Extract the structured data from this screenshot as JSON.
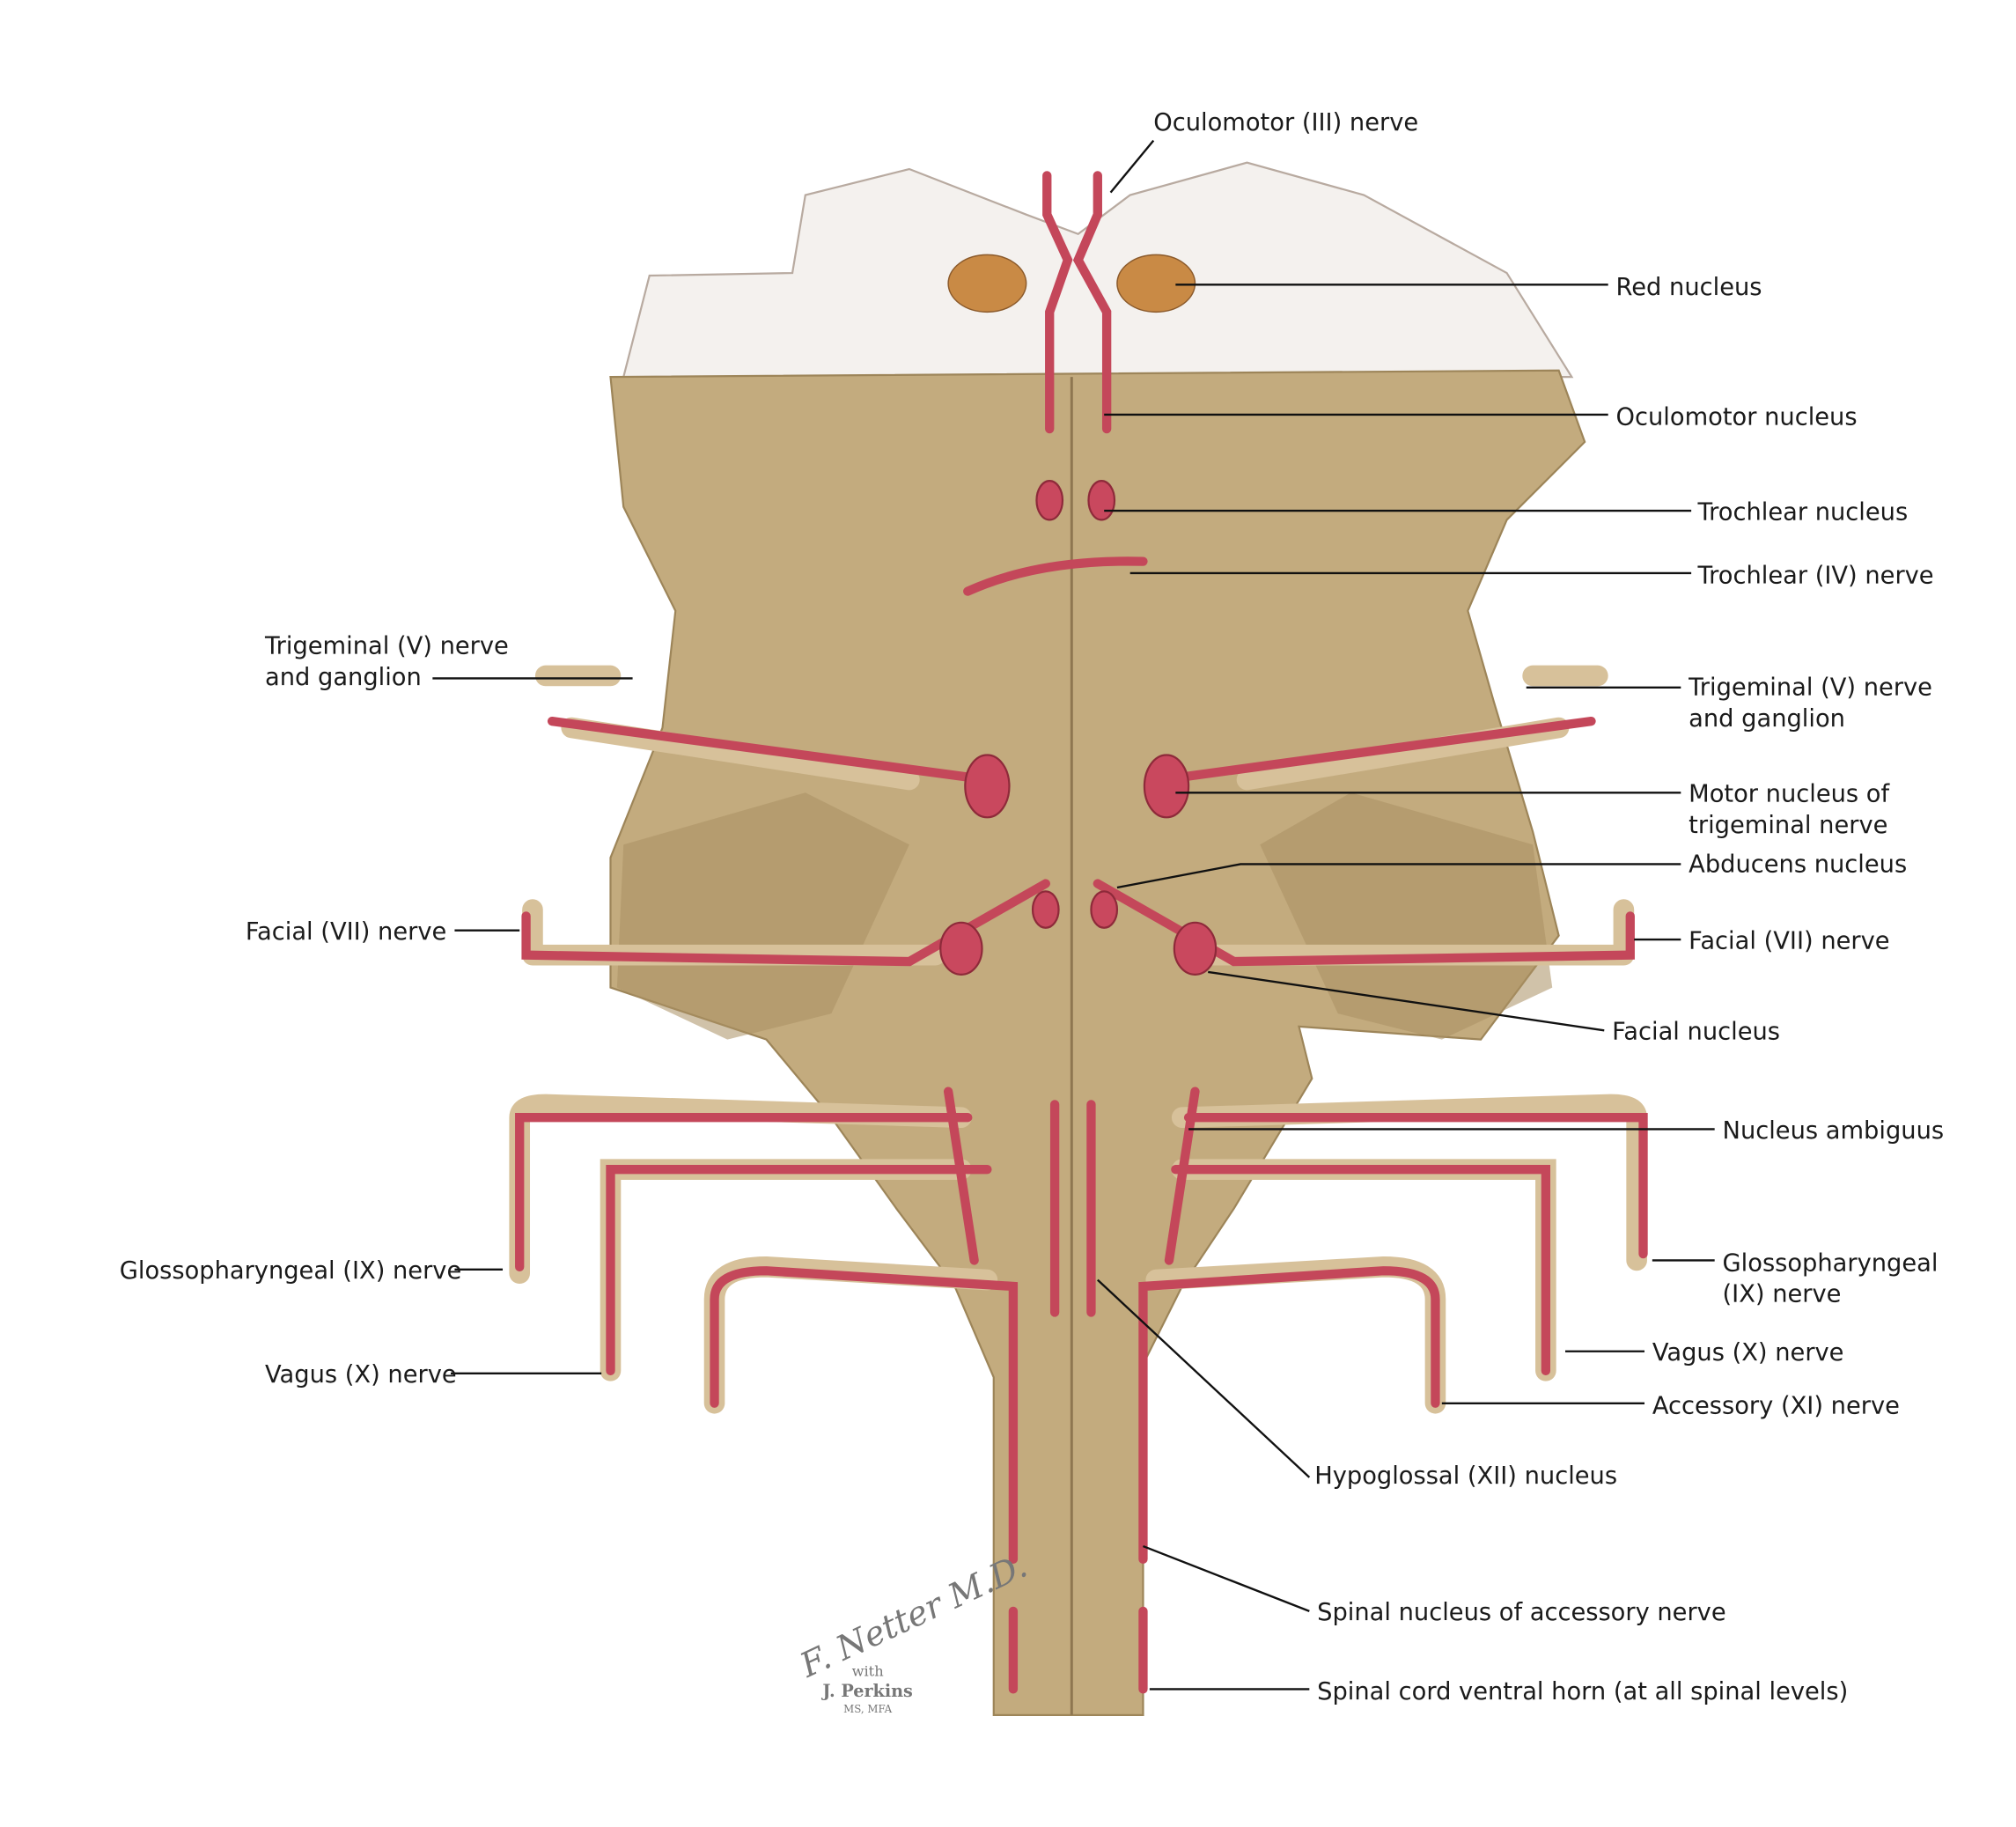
{
  "labels": {
    "oculomotor_nerve": "Oculomotor (III) nerve",
    "red_nucleus": "Red nucleus",
    "oculomotor_nucleus": "Oculomotor nucleus",
    "trochlear_nucleus": "Trochlear nucleus",
    "trochlear_nerve": "Trochlear (IV) nerve",
    "trigeminal_left_1": "Trigeminal (V) nerve",
    "trigeminal_left_2": "and ganglion",
    "trigeminal_right_1": "Trigeminal (V) nerve",
    "trigeminal_right_2": "and ganglion",
    "motor_trigeminal_1": "Motor nucleus of",
    "motor_trigeminal_2": "trigeminal nerve",
    "abducens_nucleus": "Abducens nucleus",
    "facial_nerve_left": "Facial (VII) nerve",
    "facial_nerve_right": "Facial (VII) nerve",
    "facial_nucleus": "Facial nucleus",
    "nucleus_ambiguus": "Nucleus ambiguus",
    "glossopharyngeal_left": "Glossopharyngeal (IX) nerve",
    "glossopharyngeal_right_1": "Glossopharyngeal",
    "glossopharyngeal_right_2": "(IX) nerve",
    "vagus_left": "Vagus (X) nerve",
    "vagus_right": "Vagus (X) nerve",
    "accessory_nerve": "Accessory (XI) nerve",
    "hypoglossal_nucleus": "Hypoglossal (XII) nucleus",
    "spinal_accessory_nucleus": "Spinal nucleus of accessory nerve",
    "ventral_horn": "Spinal cord ventral horn (at all spinal levels)"
  },
  "signature": {
    "artist": "F. Netter M.D.",
    "with": "with",
    "coauthor": "J. Perkins",
    "credentials": "MS, MFA"
  },
  "colors": {
    "brainstem": "#c3ab7e",
    "nerve": "#c4475a",
    "white_matter": "#f4f1ee"
  }
}
